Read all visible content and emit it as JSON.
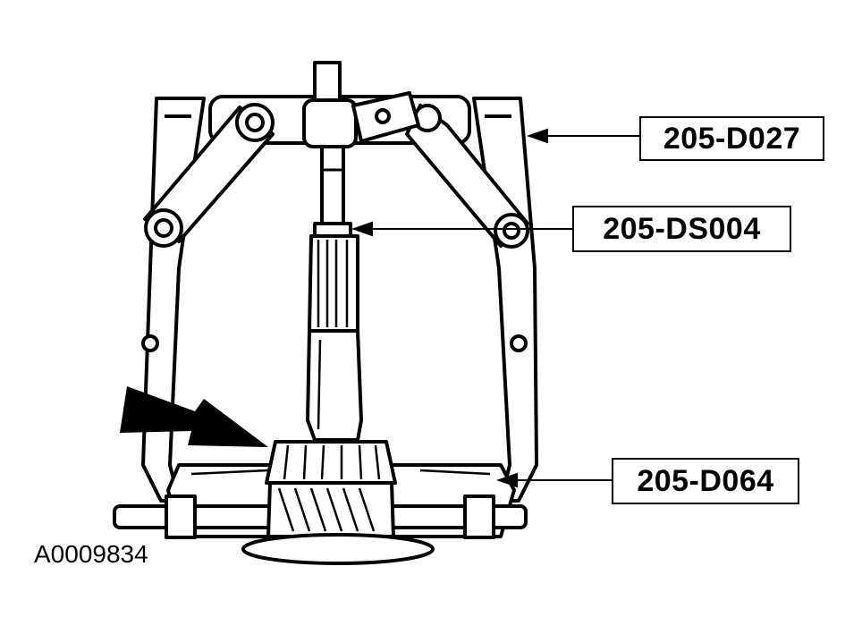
{
  "callouts": {
    "puller": "205-D027",
    "adapter": "205-DS004",
    "separator": "205-D064"
  },
  "figure_id": "A0009834",
  "colors": {
    "line": "#000000",
    "background": "#ffffff"
  }
}
